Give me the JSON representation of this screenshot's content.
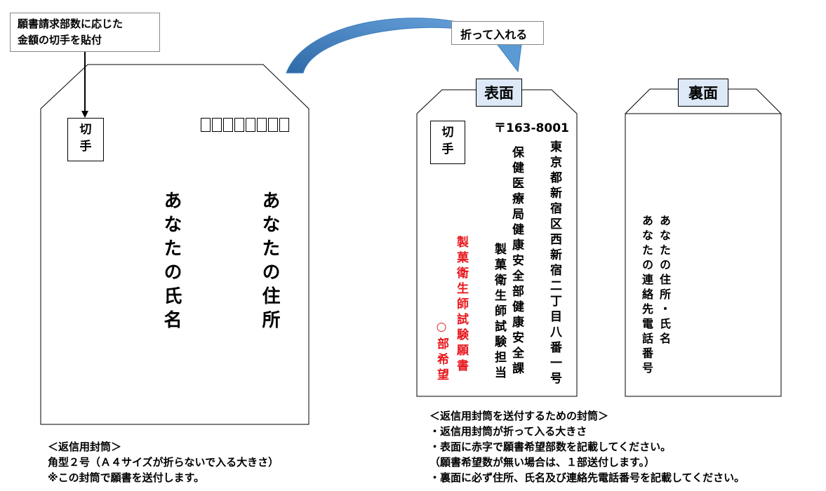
{
  "callout_postage": {
    "line1": "願書請求部数に応じた",
    "line2": "金額の切手を貼付"
  },
  "fold_label": "折って入れる",
  "return_envelope": {
    "stamp_label": [
      "切",
      "手"
    ],
    "address_text": "あなたの住所",
    "name_text": "あなたの氏名",
    "notes": [
      "＜返信用封筒＞",
      "角型２号（Ａ４サイズが折らないで入る大きさ）",
      "※この封筒で願書を送付します。"
    ]
  },
  "front_envelope": {
    "label": "表面",
    "stamp_label": [
      "切",
      "手"
    ],
    "zip": "〒163-8001",
    "address": "東京都新宿区西新宿二丁目八番一号",
    "department": "保健医療局健康安全部健康安全課",
    "recipient": "製菓衛生師試験担当",
    "red_line1": "製菓衛生師試験願書",
    "red_line2": "○部希望"
  },
  "back_envelope": {
    "label": "裏面",
    "line1": "あなたの住所・氏名",
    "line2": "あなたの連絡先電話番号"
  },
  "sending_notes": [
    "＜返信用封筒を送付するための封筒＞",
    "・返信用封筒が折って入る大きさ",
    "・表面に赤字で願書希望部数を記載してください。",
    "（願書希望数が無い場合は、１部送付します。）",
    "・裏面に必ず住所、氏名及び連絡先電話番号を記載してください。"
  ],
  "colors": {
    "arrow_fill": "#3f7fc0",
    "label_background": "#dde9f7",
    "red_text": "#e8191e"
  }
}
